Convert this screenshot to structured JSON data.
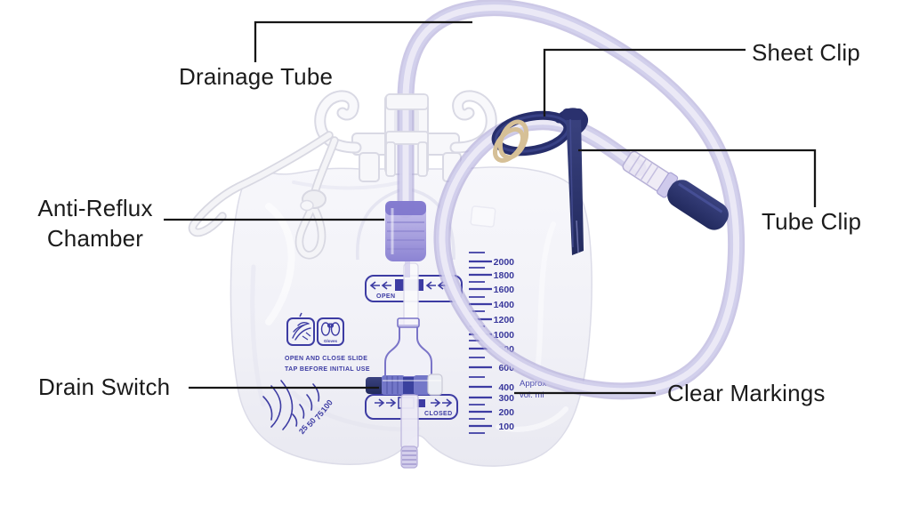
{
  "product_labels": {
    "drainage_tube": "Drainage Tube",
    "sheet_clip": "Sheet Clip",
    "anti_reflux_line1": "Anti-Reflux",
    "anti_reflux_line2": "Chamber",
    "tube_clip": "Tube Clip",
    "drain_switch": "Drain Switch",
    "clear_markings": "Clear Markings"
  },
  "bag_print": {
    "volume_scale_ml": [
      "2000",
      "1800",
      "1600",
      "1400",
      "1200",
      "1000",
      "800",
      "600",
      "400",
      "300",
      "200",
      "100"
    ],
    "approx_line1": "Approx",
    "approx_line2": "vol. ml",
    "open_slider_label": "OPEN",
    "closed_slider_label": "CLOSED",
    "instruction_line1": "OPEN AND CLOSE SLIDE",
    "instruction_line2": "TAP BEFORE INITIAL USE",
    "gloves_icon_label": "Gloves",
    "small_volume_scale_ml": [
      "100",
      "75",
      "50",
      "25"
    ]
  },
  "colors": {
    "print_blue": "#3d3ca3",
    "tube_lavender": "#cfccea",
    "clip_navy": "#2a316e",
    "rubber_band_tan": "#d6c097",
    "label_text": "#1b1b1b"
  }
}
